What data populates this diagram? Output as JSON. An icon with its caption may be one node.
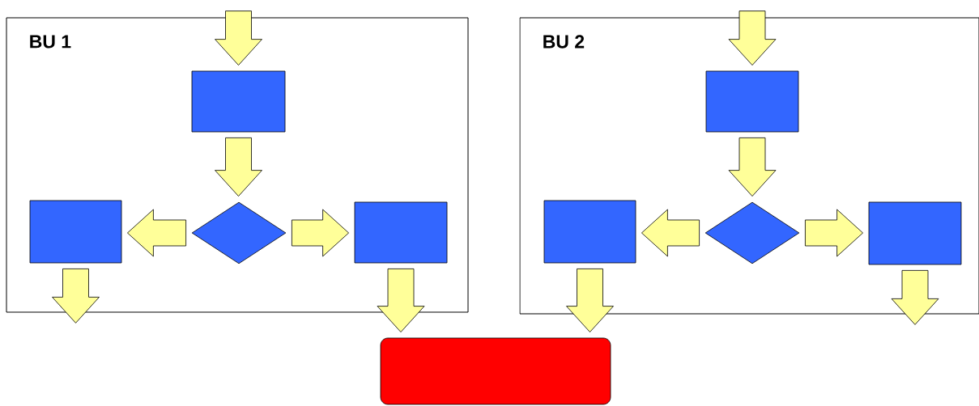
{
  "diagram": {
    "nodes": [
      {
        "text": [
          "BU 1"
        ]
      },
      {
        "text": [],
        "shape": "box",
        "in": 0
      },
      {
        "text": [],
        "shape": "diamond",
        "in": 0
      },
      {
        "text": [],
        "shape": "box",
        "in": 0
      },
      {
        "text": [],
        "shape": "box",
        "in": 0
      },
      {
        "text": [
          "BU 2"
        ]
      },
      {
        "text": [],
        "shape": "box",
        "in": 5
      },
      {
        "text": [],
        "shape": "diamond",
        "in": 5
      },
      {
        "text": [],
        "shape": "box",
        "in": 5
      },
      {
        "text": [],
        "shape": "box",
        "in": 5
      },
      {
        "text": [],
        "shape": "box"
      }
    ],
    "edges": [
      {
        "from": null,
        "to": 1,
        "arrow": "to"
      },
      {
        "from": 1,
        "to": 2,
        "arrow": "to"
      },
      {
        "from": 2,
        "to": 3,
        "arrow": "to"
      },
      {
        "from": 2,
        "to": 4,
        "arrow": "to"
      },
      {
        "from": 3,
        "to": null,
        "arrow": "to"
      },
      {
        "from": 4,
        "to": 10,
        "arrow": "to"
      },
      {
        "from": null,
        "to": 6,
        "arrow": "to"
      },
      {
        "from": 6,
        "to": 7,
        "arrow": "to"
      },
      {
        "from": 7,
        "to": 8,
        "arrow": "to"
      },
      {
        "from": 7,
        "to": 9,
        "arrow": "to"
      },
      {
        "from": 8,
        "to": 10,
        "arrow": "to"
      },
      {
        "from": 9,
        "to": null,
        "arrow": "to"
      }
    ]
  }
}
